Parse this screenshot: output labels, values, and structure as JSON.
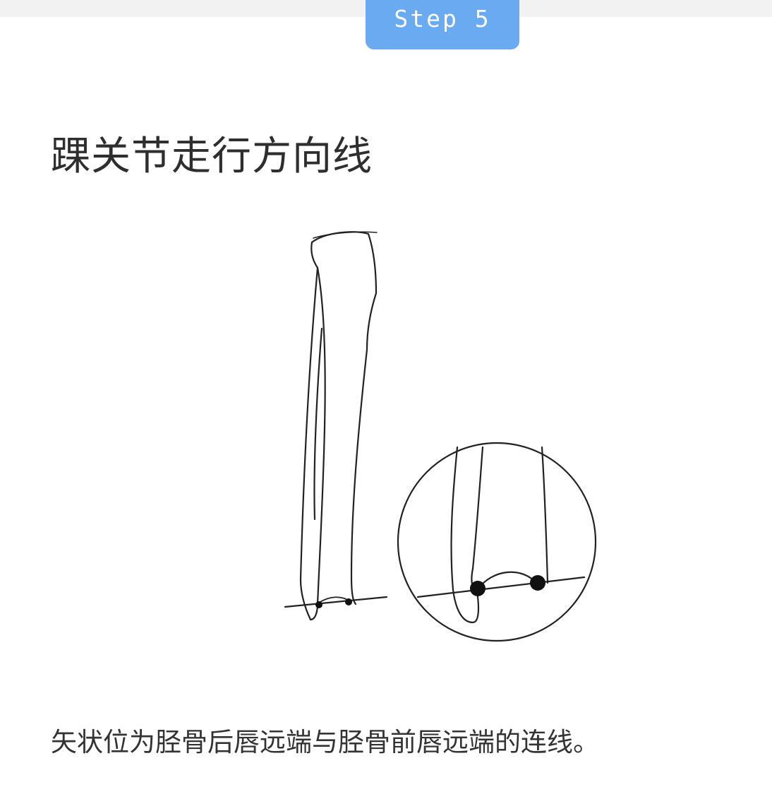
{
  "header": {
    "step_label": "Step 5"
  },
  "content": {
    "title": "踝关节走行方向线",
    "caption": "矢状位为胫骨后唇远端与胫骨前唇远端的连线。"
  },
  "colors": {
    "badge_background": "#6aaaf0",
    "text": "#333333",
    "drawing_lines": "#222222"
  }
}
